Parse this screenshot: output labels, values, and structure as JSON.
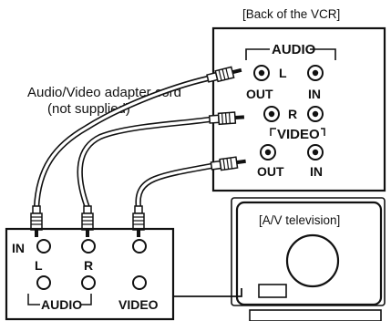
{
  "vcr": {
    "caption": "[Back of the VCR]",
    "audio_label": "AUDIO",
    "left_label": "L",
    "right_label": "R",
    "out_label": "OUT",
    "in_label": "IN",
    "video_label": "VIDEO",
    "video_out_label": "OUT",
    "video_in_label": "IN"
  },
  "cord": {
    "line1": "Audio/Video adapter cord",
    "line2": "(not supplied)"
  },
  "panel": {
    "in_label": "IN",
    "left_label": "L",
    "right_label": "R",
    "audio_label": "AUDIO",
    "video_label": "VIDEO"
  },
  "tv": {
    "label": "[A/V television]"
  }
}
